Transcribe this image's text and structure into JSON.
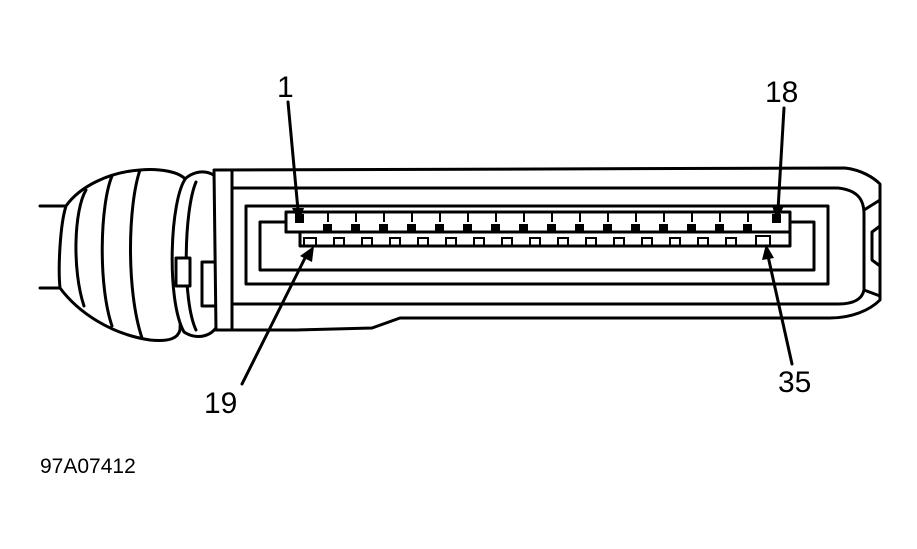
{
  "pin_labels": {
    "pin_1": "1",
    "pin_18": "18",
    "pin_19": "19",
    "pin_35": "35"
  },
  "figure_id": "97A07412",
  "colors": {
    "line": "#000000",
    "background": "#ffffff"
  },
  "connector": {
    "top_row_pin_count": 18,
    "bottom_row_pin_count": 17
  }
}
